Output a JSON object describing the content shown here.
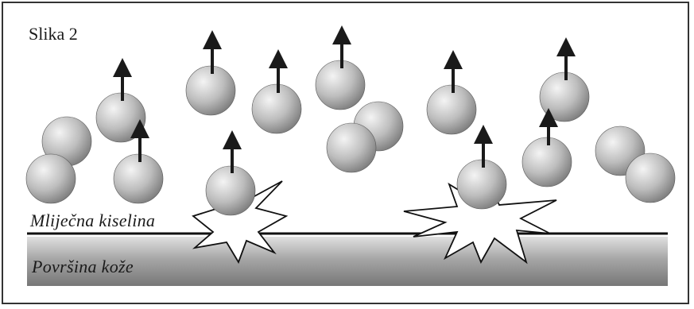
{
  "figure": {
    "title": "Slika 2",
    "labels": {
      "lactic_acid": "Mliječna kiselina",
      "skin_surface": "Površina kože"
    }
  },
  "colors": {
    "frame": "#333333",
    "particle_light": "#f2f2f2",
    "particle_dark": "#7a7a7a",
    "skin_light": "#d9d9d9",
    "skin_dark": "#7d7d7d",
    "arrow": "#1a1a1a"
  },
  "icons": [
    "particle-sphere",
    "up-arrow",
    "burst-star"
  ]
}
